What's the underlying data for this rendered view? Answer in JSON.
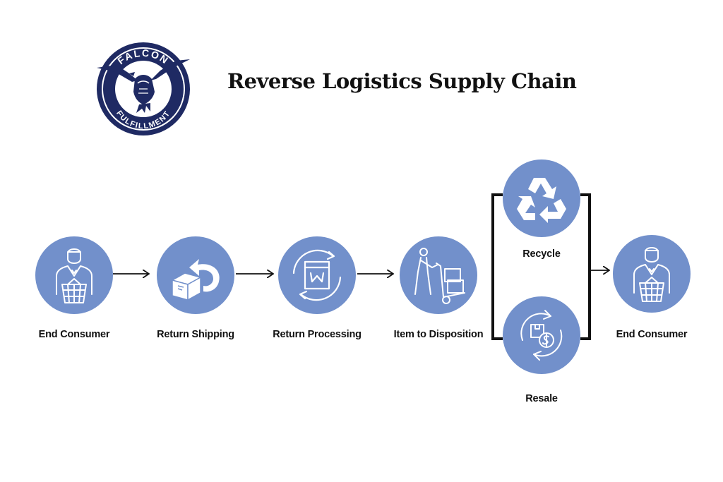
{
  "header": {
    "title": "Reverse Logistics Supply Chain",
    "logo_text_top": "FALCON",
    "logo_text_bottom": "FULFILLMENT"
  },
  "colors": {
    "node_fill": "#7290cb",
    "logo_navy": "#1f2a63",
    "line": "#111111"
  },
  "nodes": {
    "end_consumer_start": {
      "label": "End Consumer",
      "icon": "consumer-basket-icon"
    },
    "return_shipping": {
      "label": "Return Shipping",
      "icon": "box-return-icon"
    },
    "return_processing": {
      "label": "Return  Processing",
      "icon": "package-cycle-icon"
    },
    "item_to_disposition": {
      "label": "Item to Disposition",
      "icon": "hand-truck-icon"
    },
    "recycle": {
      "label": "Recycle",
      "icon": "recycle-icon"
    },
    "resale": {
      "label": "Resale",
      "icon": "resale-cycle-icon"
    },
    "end_consumer_end": {
      "label": "End Consumer",
      "icon": "consumer-basket-icon"
    }
  }
}
